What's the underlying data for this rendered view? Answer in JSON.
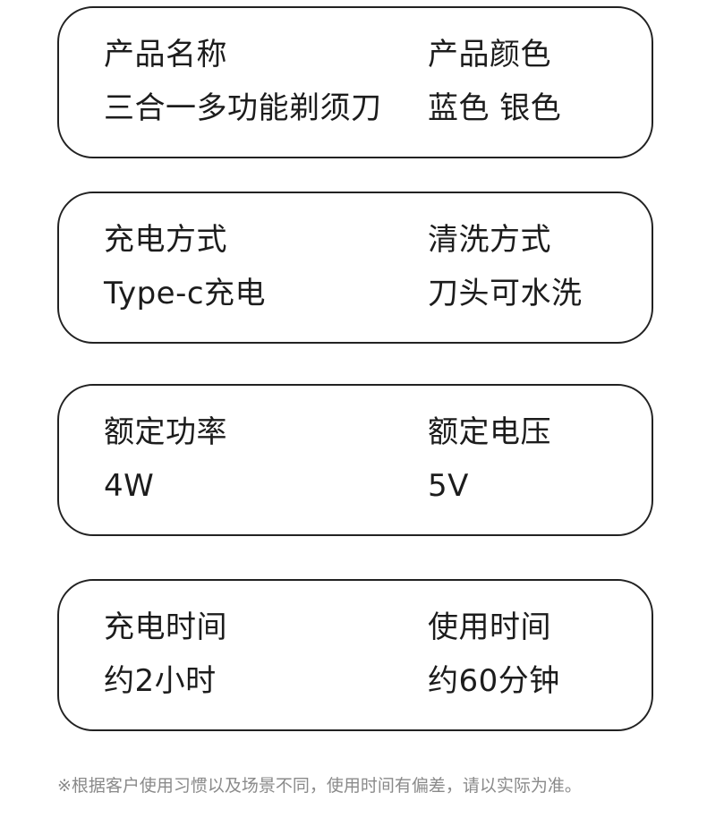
{
  "cards": [
    {
      "left": {
        "label": "产品名称",
        "value": "三合一多功能剃须刀"
      },
      "right": {
        "label": "产品颜色",
        "value": "蓝色 银色"
      }
    },
    {
      "left": {
        "label": "充电方式",
        "value": "Type-c充电"
      },
      "right": {
        "label": "清洗方式",
        "value": "刀头可水洗"
      }
    },
    {
      "left": {
        "label": "额定功率",
        "value": "4W"
      },
      "right": {
        "label": "额定电压",
        "value": "5V"
      }
    },
    {
      "left": {
        "label": "充电时间",
        "value": "约2小时"
      },
      "right": {
        "label": "使用时间",
        "value": "约60分钟"
      }
    }
  ],
  "footnote": "※根据客户使用习惯以及场景不同，使用时间有偏差，请以实际为准。",
  "colors": {
    "border": "#222222",
    "text": "#1c1c1c",
    "footnote": "#8a8a8a",
    "background": "#ffffff"
  }
}
